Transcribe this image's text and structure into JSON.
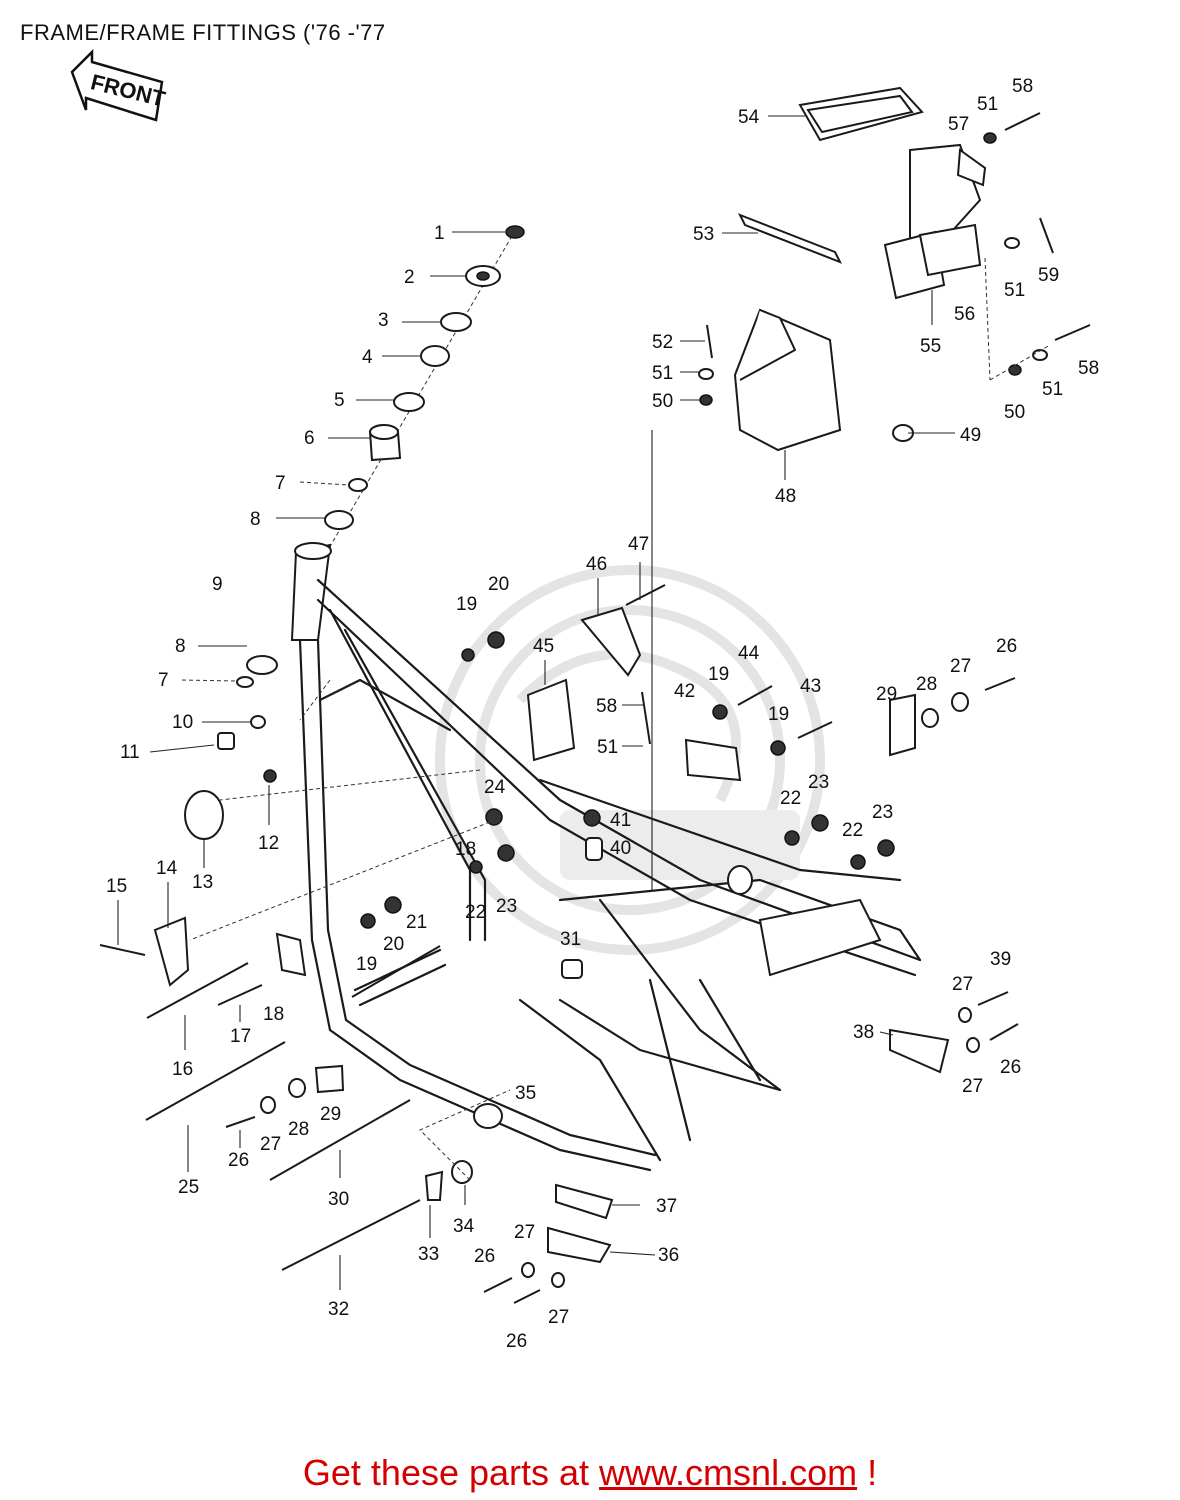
{
  "title": "FRAME/FRAME FITTINGS  ('76 -'77",
  "front_arrow_label": "FRONT",
  "footer": {
    "prefix": "Get these parts at ",
    "url": "www.cmsnl.com",
    "suffix": " !"
  },
  "callouts": {
    "c1": "1",
    "c2": "2",
    "c3": "3",
    "c4": "4",
    "c5": "5",
    "c6": "6",
    "c7a": "7",
    "c8a": "8",
    "c9": "9",
    "c8b": "8",
    "c7b": "7",
    "c10": "10",
    "c11": "11",
    "c12": "12",
    "c13": "13",
    "c14": "14",
    "c15": "15",
    "c16": "16",
    "c17": "17",
    "c18a": "18",
    "c18b": "18",
    "c19a": "19",
    "c19b": "19",
    "c19c": "19",
    "c19d": "19",
    "c20a": "20",
    "c20b": "20",
    "c21": "21",
    "c22a": "22",
    "c22b": "22",
    "c22c": "22",
    "c23a": "23",
    "c23b": "23",
    "c23c": "23",
    "c24": "24",
    "c25": "25",
    "c26a": "26",
    "c26b": "26",
    "c26c": "26",
    "c26d": "26",
    "c26e": "26",
    "c26f": "26",
    "c27a": "27",
    "c27b": "27",
    "c27c": "27",
    "c27d": "27",
    "c27e": "27",
    "c27f": "27",
    "c28a": "28",
    "c28b": "28",
    "c29a": "29",
    "c29b": "29",
    "c30": "30",
    "c31": "31",
    "c32": "32",
    "c33": "33",
    "c34": "34",
    "c35": "35",
    "c36": "36",
    "c37": "37",
    "c38": "38",
    "c39": "39",
    "c40": "40",
    "c41": "41",
    "c42": "42",
    "c43": "43",
    "c44": "44",
    "c45": "45",
    "c46": "46",
    "c47": "47",
    "c48": "48",
    "c49": "49",
    "c50a": "50",
    "c50b": "50",
    "c51a": "51",
    "c51b": "51",
    "c51c": "51",
    "c51d": "51",
    "c51e": "51",
    "c52": "52",
    "c53": "53",
    "c54": "54",
    "c55": "55",
    "c56": "56",
    "c57": "57",
    "c58a": "58",
    "c58b": "58",
    "c58c": "58",
    "c59": "59"
  }
}
